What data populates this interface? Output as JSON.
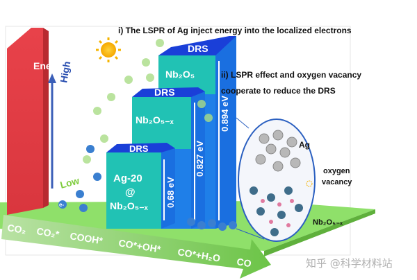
{
  "captions": {
    "step1": "i) The LSPR of Ag inject energy into the localized electrons",
    "step2_line1": "ii) LSPR effect and oxygen vacancy",
    "step2_line2": "cooperate to reduce the DRS"
  },
  "energy_axis": {
    "title": "Energy",
    "high": "High",
    "low": "Low"
  },
  "blocks": [
    {
      "label_line1": "Ag-20",
      "label_line2": "@",
      "label_line3": "Nb₂O₅₋ₓ",
      "top": "DRS",
      "gap": "0.68 eV"
    },
    {
      "label": "Nb₂O₅₋ₓ",
      "top": "DRS",
      "gap": "0.827 eV"
    },
    {
      "label": "Nb₂O₅",
      "top": "DRS",
      "gap": "0.894 eV"
    }
  ],
  "electron_label": "e-",
  "structure_labels": {
    "metal": "Ag",
    "vacancy_line1": "oxygen",
    "vacancy_line2": "vacancy",
    "support": "Nb₂O₅₋ₓ"
  },
  "reaction_path": [
    "CO₂",
    "CO₂*",
    "COOH*",
    "CO*+OH*",
    "CO*+H₂O",
    "CO"
  ],
  "watermark": "知乎 @科学材料站",
  "colors": {
    "wall": "#e8424a",
    "floor": "#8fe06a",
    "teal": "#21c2b4",
    "blue": "#1a6fe0",
    "drs": "#1a3fd8",
    "arrow": "#7ccb58"
  }
}
